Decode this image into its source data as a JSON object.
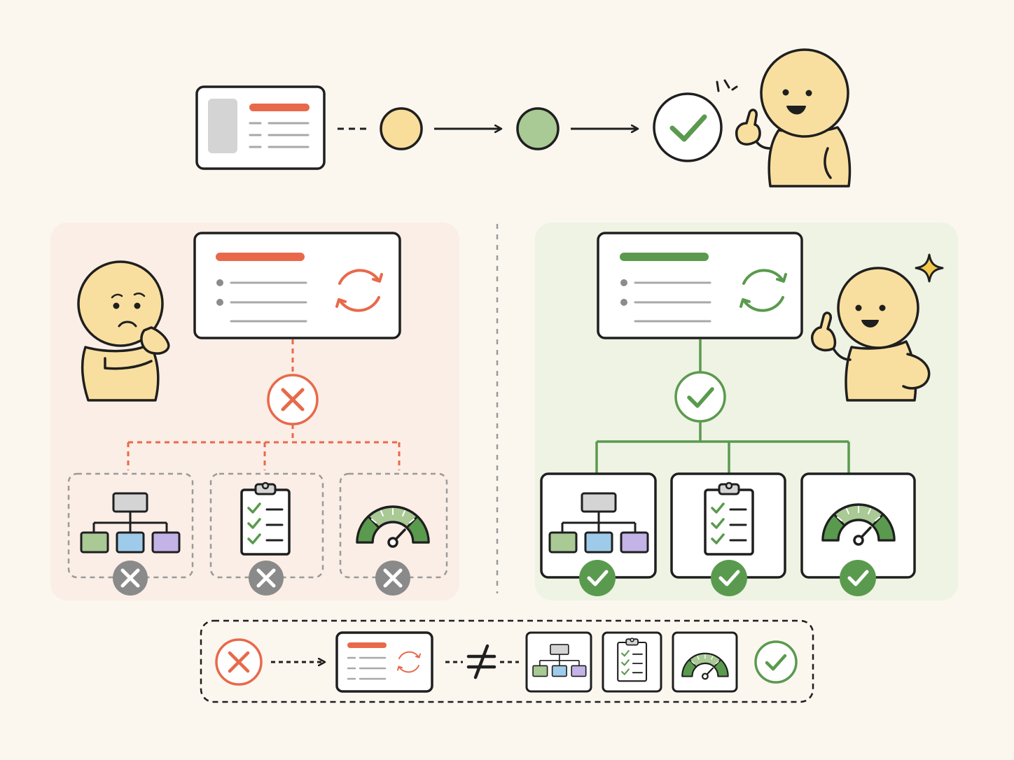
{
  "colors": {
    "background": "#fbf7ef",
    "ink": "#1f1f1f",
    "accent_red": "#e8694a",
    "accent_green": "#5a9a4e",
    "node_yellow": "#f9dd9b",
    "node_green": "#a9c995",
    "skin": "#f9df9f",
    "gray_badge": "#8a8a8a",
    "panel_left_bg": "#fbeee6",
    "panel_right_bg": "#eef3e4",
    "box_green": "#a9c995",
    "box_blue": "#9fcbea",
    "box_purple": "#c3b3e6",
    "box_gray": "#d4d4d4",
    "sparkle": "#f2c94c"
  },
  "icons": {
    "sync": "sync-icon",
    "hierarchy": "hierarchy-icon",
    "checklist": "clipboard-checklist-icon",
    "gauge": "gauge-icon",
    "check": "check-circle-icon",
    "cross": "x-circle-icon",
    "not_equal": "not-equal-icon",
    "sparkle": "sparkle-icon"
  },
  "flows": {
    "top": {
      "steps": [
        "card",
        "yellow-node",
        "green-node",
        "check"
      ]
    },
    "left": {
      "outcome": "failure",
      "branches": [
        "hierarchy",
        "checklist",
        "gauge"
      ]
    },
    "right": {
      "outcome": "success",
      "branches": [
        "hierarchy",
        "checklist",
        "gauge"
      ]
    },
    "bottom": {
      "relation": "not-equal",
      "result": "check"
    }
  }
}
